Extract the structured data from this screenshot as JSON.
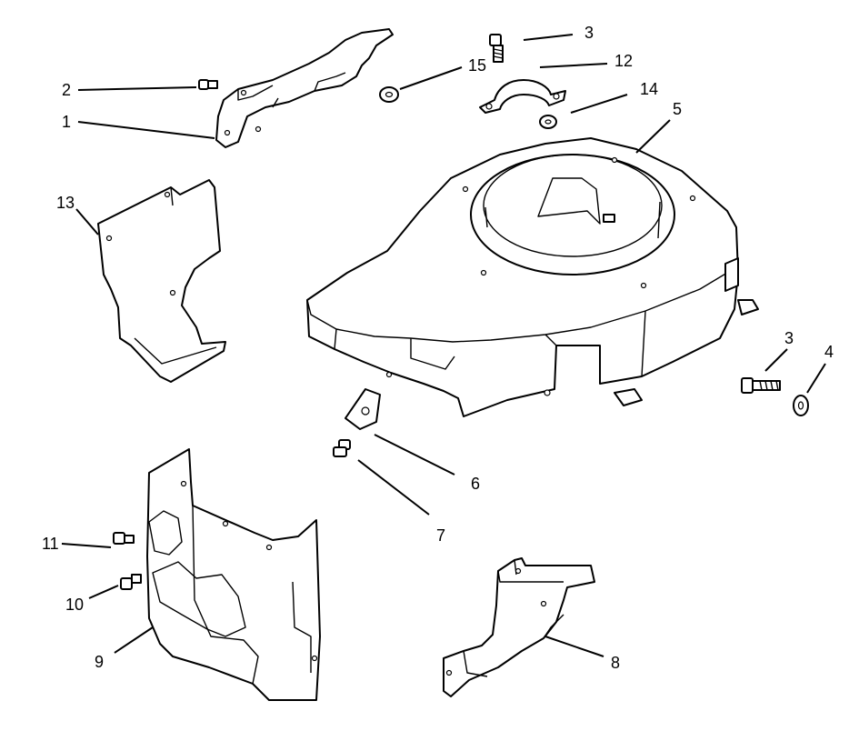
{
  "callouts": {
    "c1": "1",
    "c2": "2",
    "c3_top": "3",
    "c3_right": "3",
    "c4": "4",
    "c5": "5",
    "c6": "6",
    "c7": "7",
    "c8": "8",
    "c9": "9",
    "c10": "10",
    "c11": "11",
    "c12": "12",
    "c13": "13",
    "c14": "14",
    "c15": "15"
  }
}
